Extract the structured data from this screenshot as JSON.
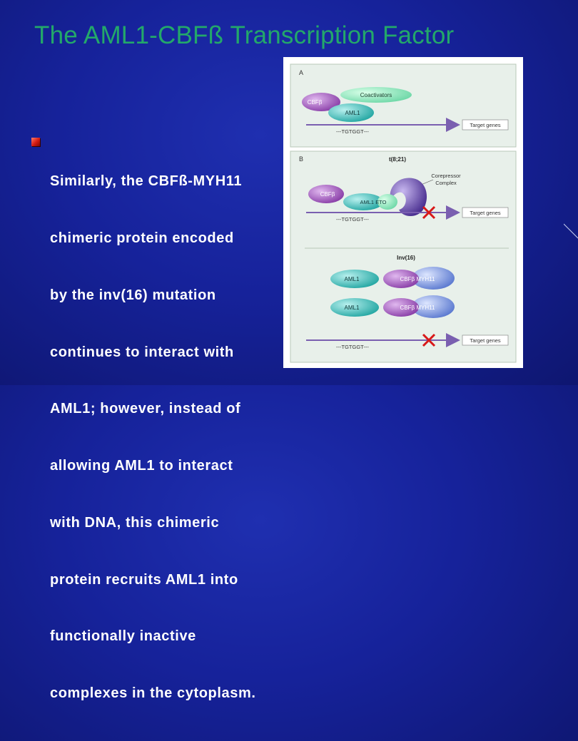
{
  "slide": {
    "title": "The AML1-CBFß Transcription Factor",
    "bullet_lines": [
      "Similarly, the CBFß-MYH11",
      "chimeric protein encoded",
      "by the inv(16) mutation",
      "continues to interact with",
      "AML1; however, instead of",
      "allowing AML1 to interact",
      "with DNA, this chimeric",
      "protein recruits AML1 into",
      "functionally inactive",
      "complexes in the cytoplasm."
    ]
  },
  "figure": {
    "panel_a": {
      "label": "A",
      "cbfb": "CBFβ",
      "coactivators": "Coactivators",
      "aml1": "AML1",
      "dna_seq": "---TGTGGT---",
      "target": "Target genes"
    },
    "panel_b": {
      "label": "B",
      "translocation": "t(8;21)",
      "corepressor_line1": "Corepressor",
      "corepressor_line2": "Complex",
      "cbfb": "CBFβ",
      "aml1_eto": "AML1 ETO",
      "dna_seq1": "---TGTGGT---",
      "target1": "Target genes",
      "inversion": "Inv(16)",
      "aml1_row1": "AML1",
      "fusion_row1": "CBFβ MYH11",
      "aml1_row2": "AML1",
      "fusion_row2": "CBFβ MYH11",
      "dna_seq2": "---TGTGGT---",
      "target2": "Target genes"
    },
    "colors": {
      "title": "#23a86a",
      "cbfb": "#8a3fa8",
      "coactivators": "#7fe0b0",
      "aml1": "#2fb8b0",
      "myh11": "#6f8ad8",
      "corepressor": "#5a3fa0",
      "inhibit_x": "#d81818",
      "arrow": "#7a5fb0"
    }
  }
}
